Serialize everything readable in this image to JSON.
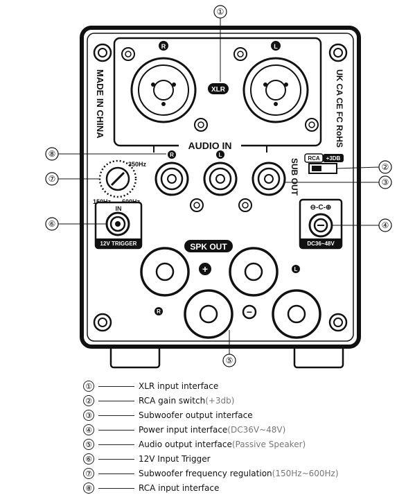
{
  "panel": {
    "made_in": "MADE IN CHINA",
    "cert_marks": "UK CA CE FC RoHS",
    "xlr_badge": "XLR",
    "ch_right": "R",
    "ch_left": "L",
    "audio_in": "AUDIO IN",
    "sub_out": "SUB OUT",
    "rca_switch_label": "RCA",
    "rca_switch_gain": "+3DB",
    "freq_high": "350Hz",
    "freq_low": "150Hz",
    "freq_max": "600Hz",
    "trigger_in": "IN",
    "trigger_label": "12V TRIGGER",
    "dc_polarity": "⊖-C-⊕",
    "dc_label": "DC36~48V",
    "spk_out": "SPK OUT",
    "plus": "+",
    "minus": "−"
  },
  "callouts": [
    "①",
    "②",
    "③",
    "④",
    "⑤",
    "⑥",
    "⑦",
    "⑧"
  ],
  "legend": [
    {
      "num": "①",
      "text": "XLR input interface",
      "note": ""
    },
    {
      "num": "②",
      "text": "RCA gain switch",
      "note": "(+3db)"
    },
    {
      "num": "③",
      "text": "Subwoofer output interface",
      "note": ""
    },
    {
      "num": "④",
      "text": "Power input interface",
      "note": "(DC36V~48V)"
    },
    {
      "num": "⑤",
      "text": "Audio output interface",
      "note": "(Passive Speaker)"
    },
    {
      "num": "⑥",
      "text": "12V Input Trigger",
      "note": ""
    },
    {
      "num": "⑦",
      "text": "Subwoofer frequency regulation",
      "note": "(150Hz~600Hz)"
    },
    {
      "num": "⑧",
      "text": "RCA input interface",
      "note": ""
    }
  ]
}
